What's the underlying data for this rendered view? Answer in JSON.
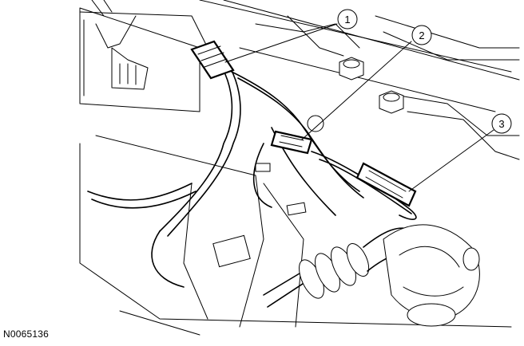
{
  "figure_id": "N0065136",
  "callouts": [
    {
      "number": "1"
    },
    {
      "number": "2"
    },
    {
      "number": "3"
    }
  ]
}
